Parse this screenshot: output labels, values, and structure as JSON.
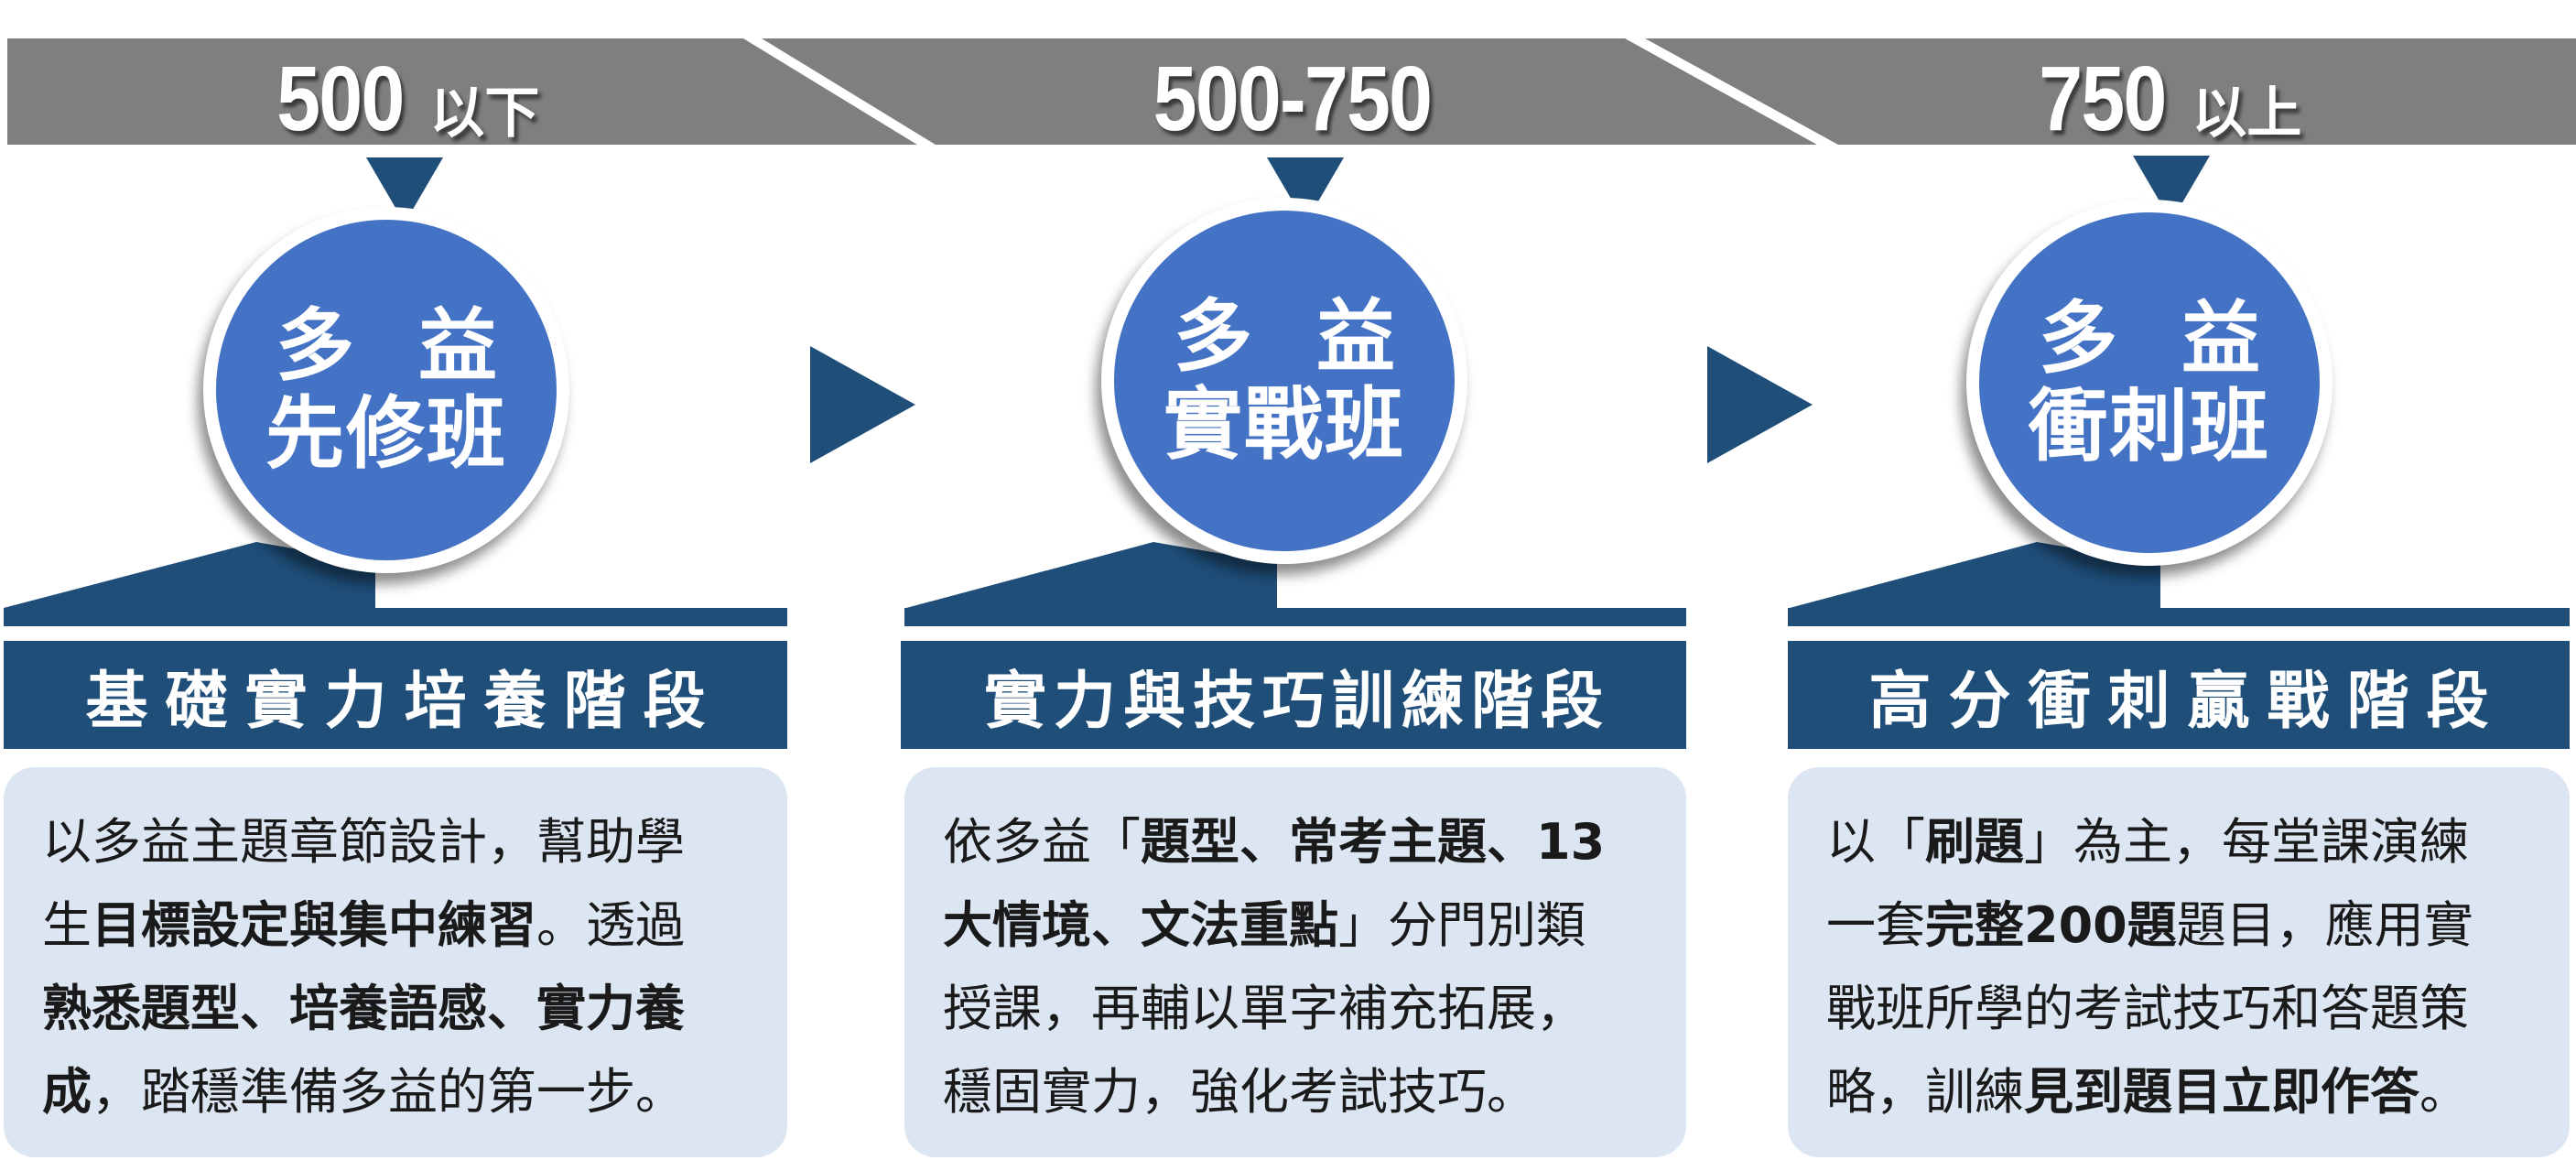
{
  "colors": {
    "banner": "#7f7f7f",
    "dark_navy": "#1f4e79",
    "circle_blue": "#4472c4",
    "desc_bg": "#dce6f2",
    "text": "#1a1a1a"
  },
  "levels": [
    {
      "score": "500",
      "score_suffix": "以下",
      "circle_line1": "多益",
      "circle_line2": "先修班",
      "stage": "基礎實力培養階段",
      "desc_lines": [
        [
          {
            "t": "以多益主題章節設計，幫助學"
          }
        ],
        [
          {
            "t": "生"
          },
          {
            "t": "目標設定與集中練習",
            "b": true
          },
          {
            "t": "。透過"
          }
        ],
        [
          {
            "t": "熟悉題型、培養語感、實力養",
            "b": true
          }
        ],
        [
          {
            "t": "成",
            "b": true
          },
          {
            "t": "，踏穩準備多益的第一步。"
          }
        ]
      ]
    },
    {
      "score": "500-750",
      "score_suffix": "",
      "circle_line1": "多益",
      "circle_line2": "實戰班",
      "stage": "實力與技巧訓練階段",
      "desc_lines": [
        [
          {
            "t": "依多益「"
          },
          {
            "t": "題型、常考主題、13",
            "b": true
          }
        ],
        [
          {
            "t": "大情境、文法重點",
            "b": true
          },
          {
            "t": "」分門別類"
          }
        ],
        [
          {
            "t": "授課，再輔以單字補充拓展，"
          }
        ],
        [
          {
            "t": "穩固實力，強化考試技巧。"
          }
        ]
      ]
    },
    {
      "score": "750",
      "score_suffix": "以上",
      "circle_line1": "多益",
      "circle_line2": "衝刺班",
      "stage": "高分衝刺贏戰階段",
      "desc_lines": [
        [
          {
            "t": "以「"
          },
          {
            "t": "刷題",
            "b": true
          },
          {
            "t": "」為主，每堂課演練"
          }
        ],
        [
          {
            "t": "一套"
          },
          {
            "t": "完整200題",
            "b": true
          },
          {
            "t": "題目，應用實"
          }
        ],
        [
          {
            "t": "戰班所學的考試技巧和答題策"
          }
        ],
        [
          {
            "t": "略，訓練"
          },
          {
            "t": "見到題目立即作答",
            "b": true
          },
          {
            "t": "。"
          }
        ]
      ]
    }
  ]
}
